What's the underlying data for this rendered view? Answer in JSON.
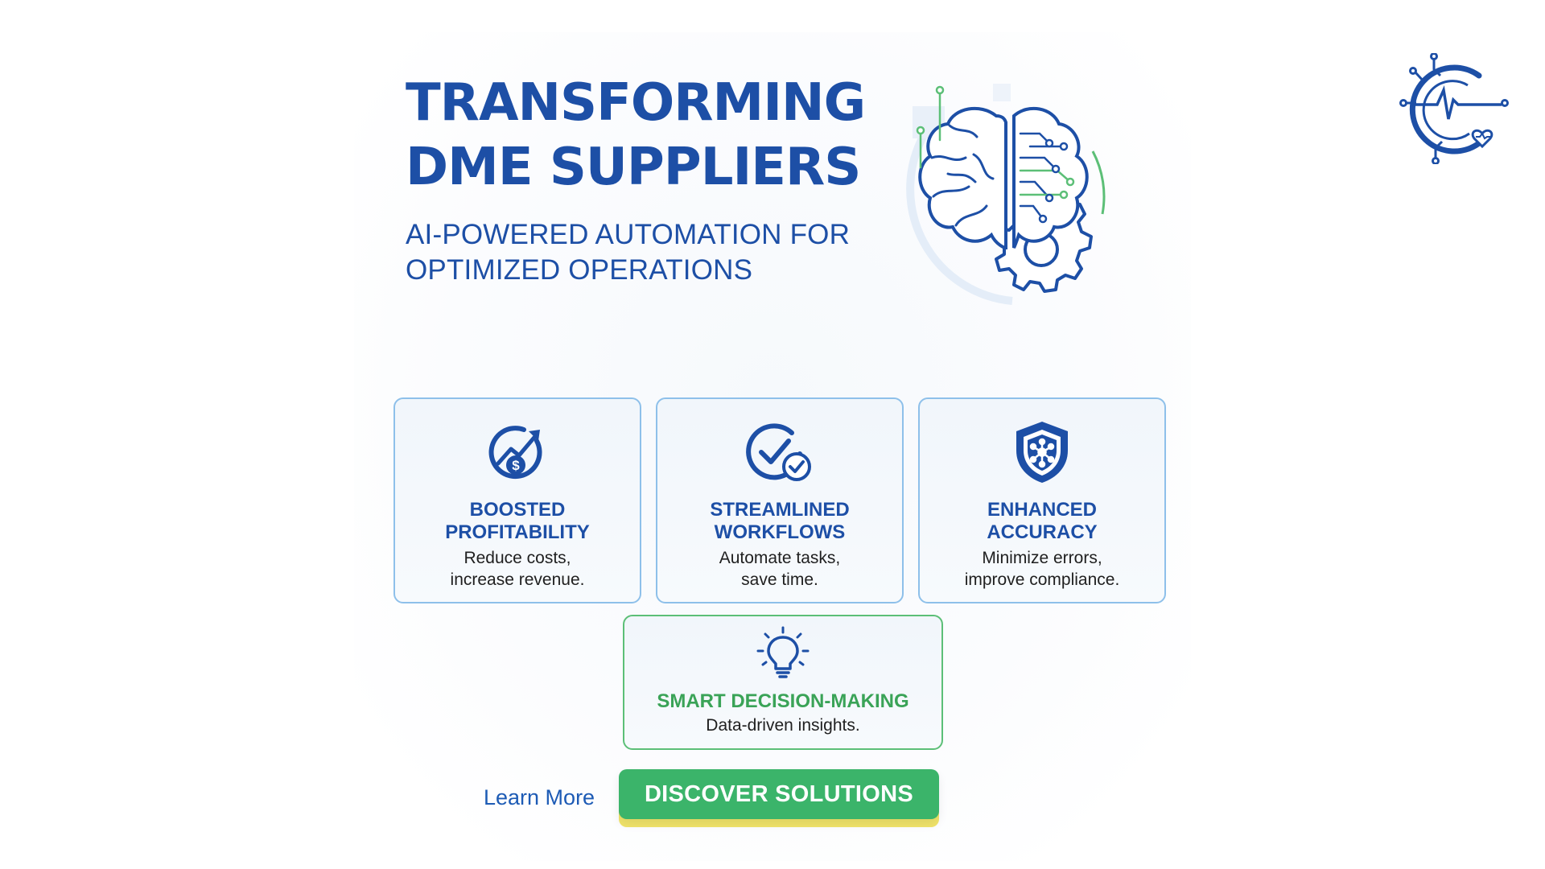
{
  "hero": {
    "title": "TRANSFORMING\nDME SUPPLIERS",
    "subtitle": "AI-POWERED AUTOMATION FOR\nOPTIMIZED OPERATIONS"
  },
  "icons": {
    "logo": "circuit-heart-logo-icon",
    "hero": "ai-brain-gear-icon"
  },
  "features": [
    {
      "title": "BOOSTED\nPROFITABILITY",
      "desc": "Reduce costs,\nincrease revenue.",
      "icon": "dollar-growth-icon"
    },
    {
      "title": "STREAMLINED\nWORKFLOWS",
      "desc": "Automate tasks,\nsave time.",
      "icon": "check-circle-icon"
    },
    {
      "title": "ENHANCED\nACCURACY",
      "desc": "Minimize errors,\nimprove compliance.",
      "icon": "shield-network-icon"
    },
    {
      "title": "SMART DECISION-MAKING",
      "desc": "Data-driven insights.",
      "icon": "lightbulb-icon"
    }
  ],
  "cta": {
    "learn_more": "Learn More",
    "discover": "DISCOVER SOLUTIONS"
  },
  "colors": {
    "primary_blue": "#1d4fa6",
    "accent_green": "#3bb46a",
    "card_border_blue": "#8ec0ea",
    "card_border_green": "#5cbf77",
    "button_underline_yellow": "#f1e46a"
  }
}
